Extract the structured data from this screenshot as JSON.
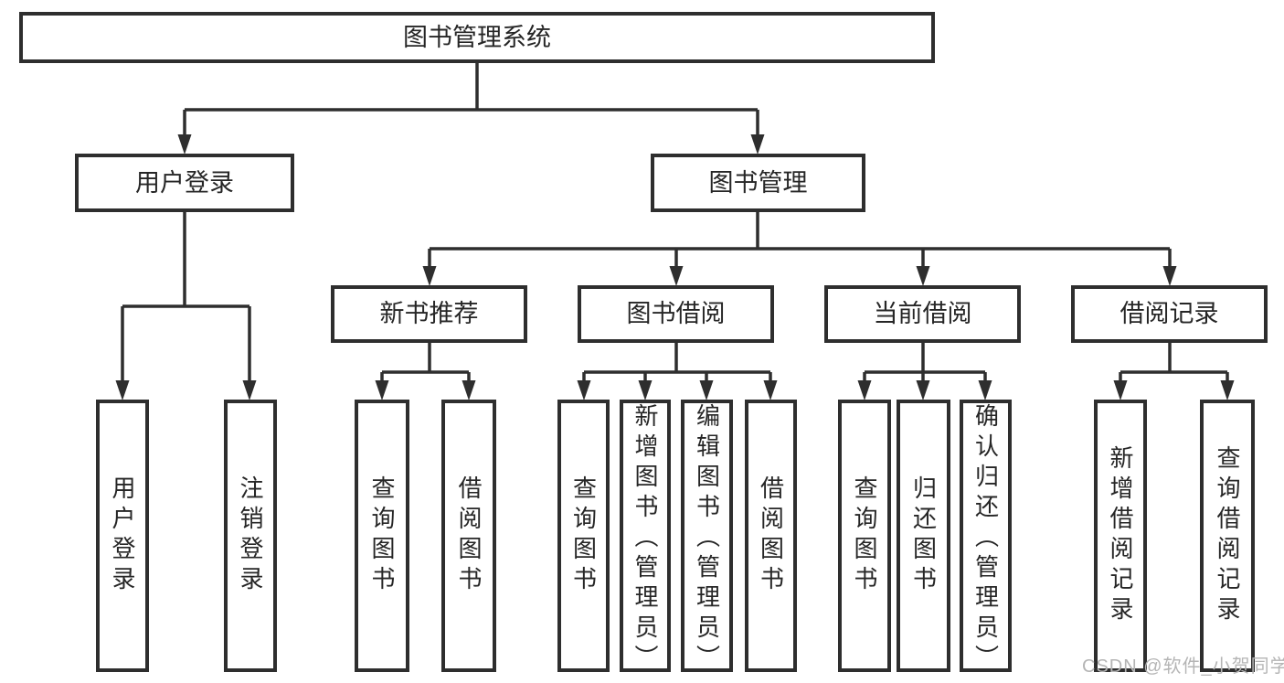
{
  "diagram": {
    "title": "图书管理系统",
    "nodes": {
      "root": {
        "label": "图书管理系统"
      },
      "login": {
        "label": "用户登录"
      },
      "manage": {
        "label": "图书管理"
      },
      "login_user": {
        "label": "用户登录"
      },
      "login_logout": {
        "label": "注销登录"
      },
      "rec": {
        "label": "新书推荐"
      },
      "borrow": {
        "label": "图书借阅"
      },
      "current": {
        "label": "当前借阅"
      },
      "records": {
        "label": "借阅记录"
      },
      "rec_query": {
        "label": "查询图书"
      },
      "rec_borrow": {
        "label": "借阅图书"
      },
      "borrow_query": {
        "label": "查询图书"
      },
      "borrow_add": {
        "label": "新增图书（管理员）"
      },
      "borrow_edit": {
        "label": "编辑图书（管理员）"
      },
      "borrow_borrow": {
        "label": "借阅图书"
      },
      "current_query": {
        "label": "查询图书"
      },
      "current_return": {
        "label": "归还图书"
      },
      "current_confirm": {
        "label": "确认归还（管理员）"
      },
      "records_add": {
        "label": "新增借阅记录"
      },
      "records_query": {
        "label": "查询借阅记录"
      }
    },
    "edges": [
      [
        "root",
        "login"
      ],
      [
        "root",
        "manage"
      ],
      [
        "login",
        "login_user"
      ],
      [
        "login",
        "login_logout"
      ],
      [
        "manage",
        "rec"
      ],
      [
        "manage",
        "borrow"
      ],
      [
        "manage",
        "current"
      ],
      [
        "manage",
        "records"
      ],
      [
        "rec",
        "rec_query"
      ],
      [
        "rec",
        "rec_borrow"
      ],
      [
        "borrow",
        "borrow_query"
      ],
      [
        "borrow",
        "borrow_add"
      ],
      [
        "borrow",
        "borrow_edit"
      ],
      [
        "borrow",
        "borrow_borrow"
      ],
      [
        "current",
        "current_query"
      ],
      [
        "current",
        "current_return"
      ],
      [
        "current",
        "current_confirm"
      ],
      [
        "records",
        "records_add"
      ],
      [
        "records",
        "records_query"
      ]
    ],
    "colors": {
      "line": "#2e2e2e",
      "text": "#262626",
      "background": "#ffffff",
      "watermark_color": "#b5b5b5"
    },
    "watermark": "CSDN @软件_小贺同学"
  }
}
